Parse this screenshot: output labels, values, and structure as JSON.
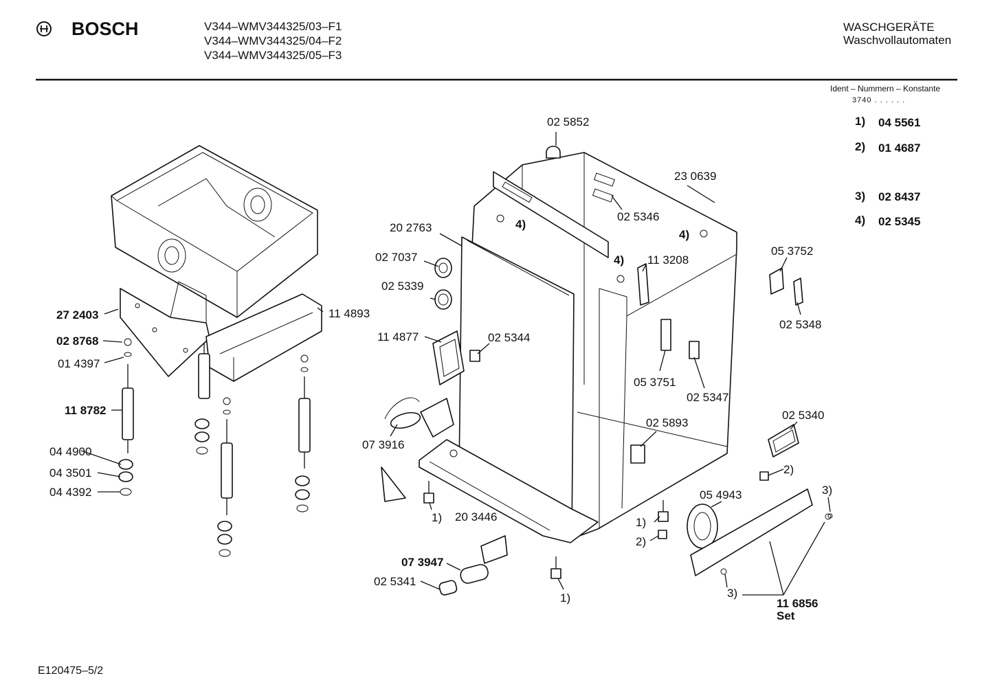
{
  "header": {
    "brand": "BOSCH",
    "models": [
      "V344–WMV344325/03–F1",
      "V344–WMV344325/04–F2",
      "V344–WMV344325/05–F3"
    ],
    "category": "WASCHGERÄTE",
    "subcategory": "Waschvollautomaten"
  },
  "ident": {
    "title": "Ident – Nummern – Konstante",
    "code": "3740 . . . . . .",
    "items": [
      {
        "key": "1)",
        "value": "04 5561"
      },
      {
        "key": "2)",
        "value": "01 4687"
      },
      {
        "key": "3)",
        "value": "02 8437"
      },
      {
        "key": "4)",
        "value": "02 5345"
      }
    ]
  },
  "labels": {
    "l_025852": "02 5852",
    "l_230639": "23 0639",
    "l_025346": "02 5346",
    "l_4a": "4)",
    "l_4b": "4)",
    "l_4c": "4)",
    "l_202763": "20 2763",
    "l_027037": "02 7037",
    "l_025339": "02 5339",
    "l_113208": "11 3208",
    "l_053752": "05 3752",
    "l_025348": "02 5348",
    "l_272403": "27 2403",
    "l_114893": "11 4893",
    "l_028768": "02 8768",
    "l_014397": "01 4397",
    "l_114877": "11 4877",
    "l_025344": "02 5344",
    "l_053751": "05 3751",
    "l_025347": "02 5347",
    "l_118782": "11 8782",
    "l_073916": "07 3916",
    "l_025893": "02 5893",
    "l_025340": "02 5340",
    "l_044900": "04 4900",
    "l_043501": "04 3501",
    "l_044392": "04 4392",
    "l_2a": "2)",
    "l_3a": "3)",
    "l_054943": "05 4943",
    "l_1a": "1)",
    "l_203446": "20 3446",
    "l_1b": "1)",
    "l_2b": "2)",
    "l_073947": "07 3947",
    "l_025341": "02 5341",
    "l_1c": "1)",
    "l_3b": "3)",
    "l_116856": "11 6856",
    "l_set": "Set"
  },
  "footer": {
    "code": "E120475–5/2"
  }
}
